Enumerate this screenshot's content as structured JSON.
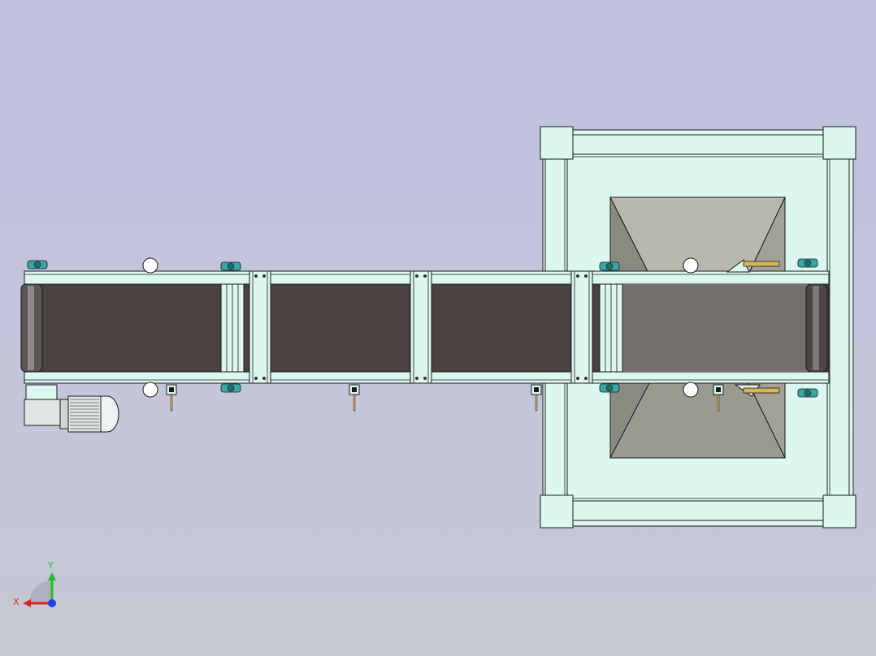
{
  "viewport": {
    "background_top": "#bfc0e0",
    "background_bottom": "#c6c9d2"
  },
  "colors": {
    "frame_fill": "#dcf7ef",
    "frame_stroke": "#1a1a1a",
    "belt_dark": "#4a423e",
    "belt_light": "#76706c",
    "hopper_fill": "#b8b8ae",
    "hopper_shade": "#8a8a82",
    "bearing": "#3aa6a6",
    "motor": "#dfe4e4",
    "sensor_brass": "#d8b45a",
    "axis_x": "#e02020",
    "axis_y": "#20c020",
    "axis_z": "#2040e0"
  },
  "model": {
    "view": "top",
    "components": [
      "conveyor-belt",
      "drive-motor",
      "hopper-frame",
      "hopper",
      "support-brackets",
      "sensors"
    ],
    "bracket_count": 3,
    "sensor_count": 4
  },
  "triad": {
    "x_label": "X",
    "y_label": "Y"
  }
}
